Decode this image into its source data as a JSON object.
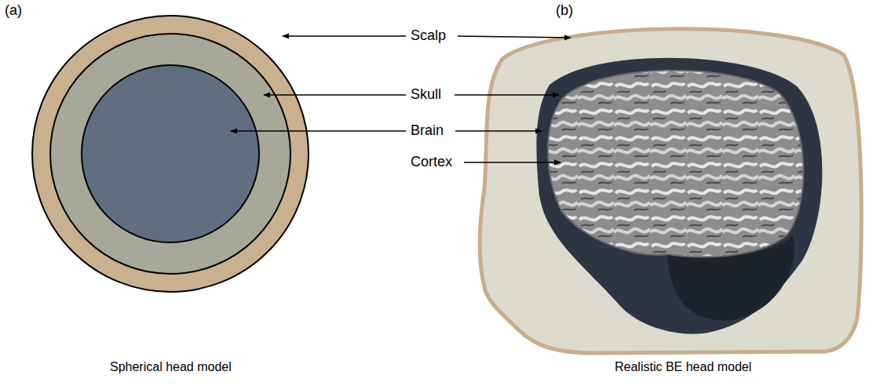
{
  "diagram": {
    "labels": [
      "(a)",
      "(b)",
      "Scalp",
      "Skull",
      "Brain",
      "Cortex",
      "Spherical head model",
      "Realistic BE head model"
    ]
  }
}
